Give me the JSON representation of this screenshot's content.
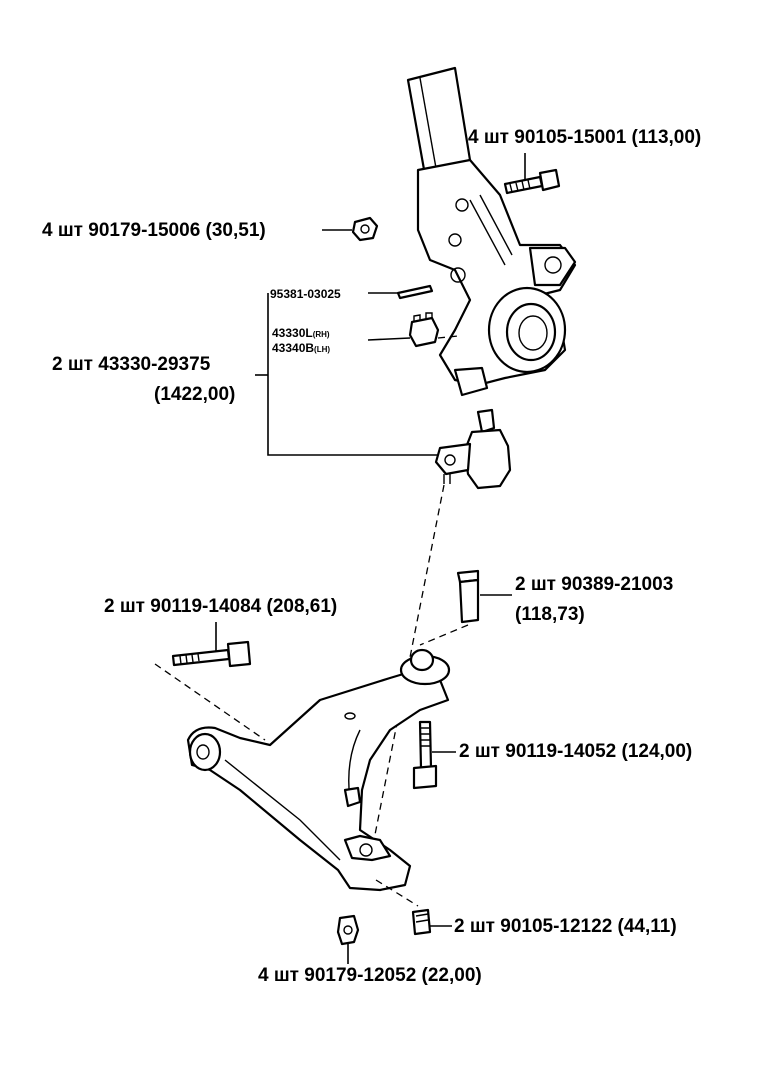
{
  "callouts": {
    "bolt_top": "4 шт 90105-15001 (113,00)",
    "nut_top": "4 шт 90179-15006 (30,51)",
    "ball_joint_line1": "2 шт 43330-29375",
    "ball_joint_line2": "(1422,00)",
    "bolt_left": "2 шт 90119-14084 (208,61)",
    "bushing_line1": "2 шт 90389-21003",
    "bushing_line2": "(118,73)",
    "bolt_right": "2 шт 90119-14052 (124,00)",
    "bolt_bottom": "2 шт 90105-12122 (44,11)",
    "nut_bottom": "4 шт 90179-12052 (22,00)"
  },
  "part_refs": {
    "cotter_pin": "95381-03025",
    "nut_rh_code": "43330L",
    "nut_rh_side": "(RH)",
    "nut_lh_code": "43340B",
    "nut_lh_side": "(LH)"
  }
}
